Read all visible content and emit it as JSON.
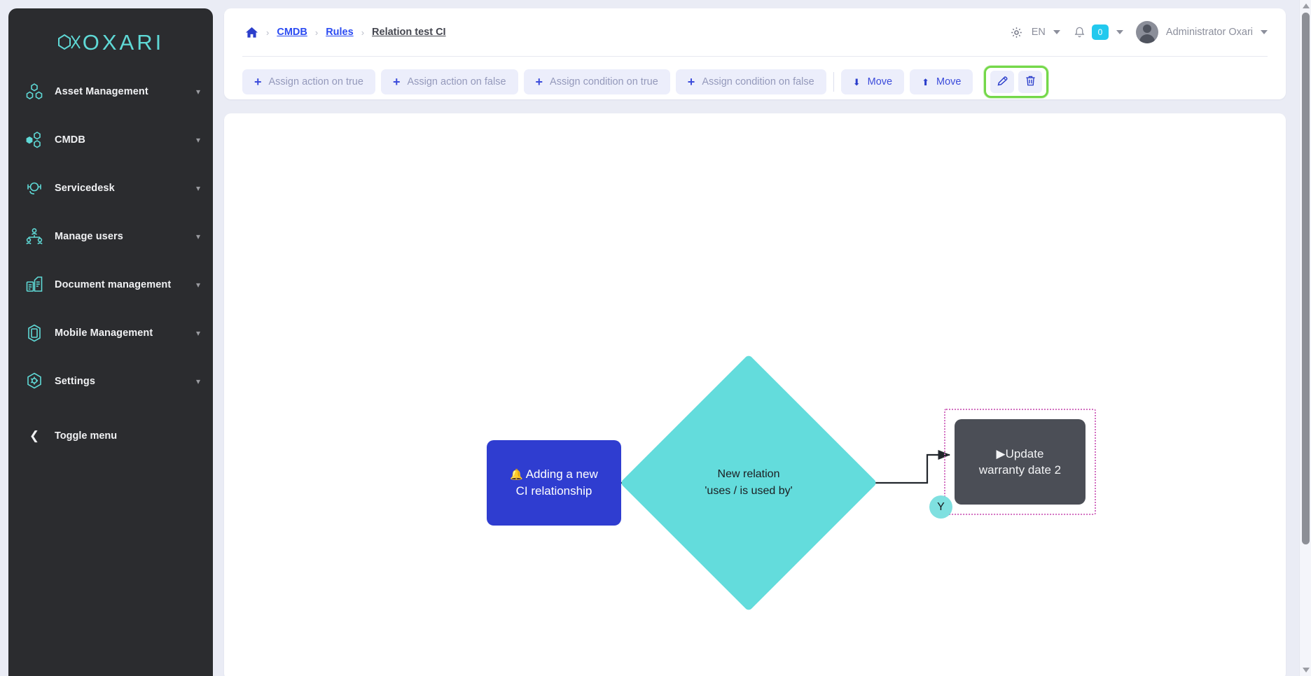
{
  "brand": {
    "logo_text": "OXARI",
    "accent": "#5fd9d6"
  },
  "sidebar": {
    "items": [
      {
        "label": "Asset Management",
        "icon": "asset-nodes-icon"
      },
      {
        "label": "CMDB",
        "icon": "cmdb-nodes-icon"
      },
      {
        "label": "Servicedesk",
        "icon": "headset-icon"
      },
      {
        "label": "Manage users",
        "icon": "users-group-icon"
      },
      {
        "label": "Document management",
        "icon": "documents-icon"
      },
      {
        "label": "Mobile Management",
        "icon": "mobile-device-icon"
      },
      {
        "label": "Settings",
        "icon": "gear-hex-icon"
      }
    ],
    "toggle_label": "Toggle menu",
    "chevron": "⌄"
  },
  "header": {
    "breadcrumb": {
      "home_icon": "home-icon",
      "separator": "›",
      "items": [
        {
          "label": "CMDB",
          "type": "link"
        },
        {
          "label": "Rules",
          "type": "link"
        },
        {
          "label": "Relation test CI",
          "type": "current"
        }
      ]
    },
    "gear_icon": "gear-icon",
    "language": "EN",
    "bell_icon": "bell-icon",
    "notification_count": "0",
    "notification_color": "#22c9ee",
    "user_name": "Administrator Oxari",
    "avatar_icon": "avatar-icon"
  },
  "toolbar": {
    "buttons": [
      {
        "label": "Assign action on true",
        "icon": "plus-icon",
        "style": "assign"
      },
      {
        "label": "Assign action on false",
        "icon": "plus-icon",
        "style": "assign"
      },
      {
        "label": "Assign condition on true",
        "icon": "plus-icon",
        "style": "assign"
      },
      {
        "label": "Assign condition on false",
        "icon": "plus-icon",
        "style": "assign"
      }
    ],
    "move_down": {
      "label": "Move",
      "icon": "arrow-down-icon"
    },
    "move_up": {
      "label": "Move",
      "icon": "arrow-up-icon"
    },
    "edit": {
      "icon": "pencil-icon",
      "tooltip": ""
    },
    "delete": {
      "icon": "trash-icon",
      "tooltip": ""
    },
    "highlight_color": "#74d849"
  },
  "diagram": {
    "nodes": [
      {
        "id": "event",
        "type": "event",
        "icon": "alert-bell-icon",
        "line1": "Adding a new",
        "line2": "CI relationship",
        "color": "#2f3dd0"
      },
      {
        "id": "condition",
        "type": "decision",
        "line1": "New relation",
        "line2": "'uses / is used by'",
        "color": "#63dcdc"
      },
      {
        "id": "action",
        "type": "action",
        "icon": "▶",
        "line1": "Update",
        "line2": "warranty date 2",
        "color": "#4b4e56",
        "selected": true,
        "selection_color": "#d26fc0"
      }
    ],
    "edges": [
      {
        "from": "event",
        "to": "condition",
        "label": ""
      },
      {
        "from": "condition",
        "to": "action",
        "label": "Y",
        "label_color": "#7fe0e0"
      }
    ]
  }
}
